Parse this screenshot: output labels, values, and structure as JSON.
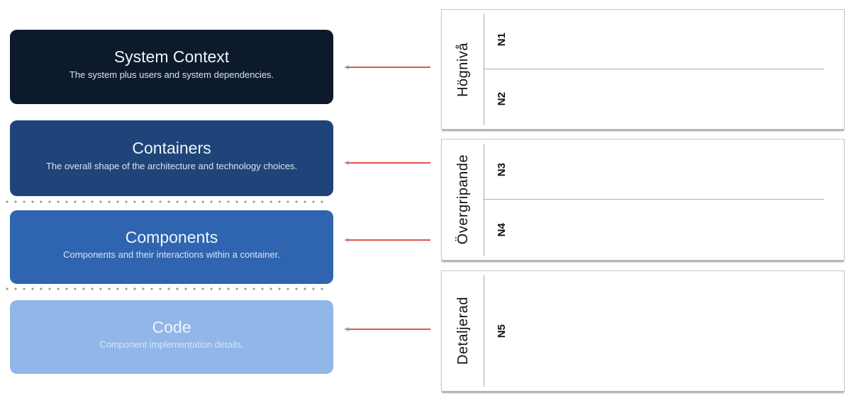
{
  "diagram": {
    "levels": [
      {
        "title": "System Context",
        "subtitle": "The system plus users and system dependencies.",
        "color": "#0d1a2b"
      },
      {
        "title": "Containers",
        "subtitle": "The overall shape of the architecture and technology choices.",
        "color": "#1f4479"
      },
      {
        "title": "Components",
        "subtitle": "Components and their interactions within a container.",
        "color": "#2f65b0"
      },
      {
        "title": "Code",
        "subtitle": "Component implementation details.",
        "color": "#90b7e8"
      }
    ],
    "panels": [
      {
        "label": "Högnivå",
        "rows": [
          {
            "label": "N1"
          },
          {
            "label": "N2"
          }
        ]
      },
      {
        "label": "Övergripande",
        "rows": [
          {
            "label": "N3"
          },
          {
            "label": "N4"
          }
        ]
      },
      {
        "label": "Detaljerad",
        "rows": [
          {
            "label": "N5"
          }
        ]
      }
    ],
    "colors": {
      "connector": "#e0544b",
      "dotted_separator": "#999999",
      "panel_border": "#c4c4c4",
      "panel_divider": "#aaaaaa",
      "level_title_text": "#f0f5fa",
      "level_subtitle_text": "#d9e4f1"
    }
  }
}
